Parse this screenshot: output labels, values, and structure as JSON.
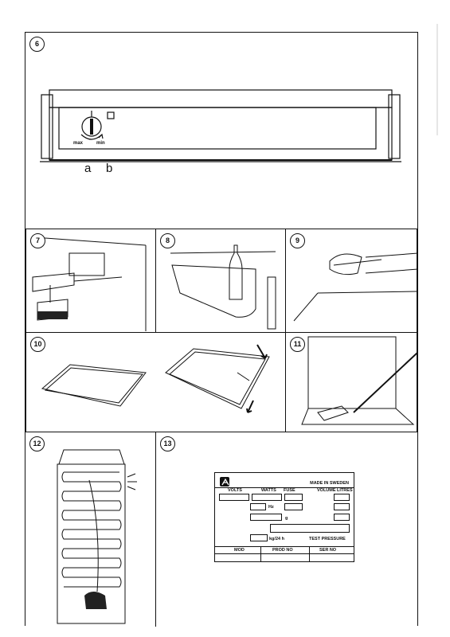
{
  "figures": {
    "f6": "6",
    "f7": "7",
    "f8": "8",
    "f9": "9",
    "f10": "10",
    "f11": "11",
    "f12": "12",
    "f13": "13"
  },
  "fig6": {
    "dial_max": "max",
    "dial_min": "min",
    "label_a": "a",
    "label_b": "b"
  },
  "plate": {
    "made_in": "MADE IN SWEDEN",
    "volts": "VOLTS",
    "watts": "WATTS",
    "fuse": "FUSE",
    "volume": "VOLUME LITRES",
    "hz": "Hz",
    "g": "g",
    "kg24": "kg/24 h",
    "test_pressure": "TEST PRESSURE",
    "mod": "MOD",
    "prod_no": "PROD NO",
    "ser_no": "SER NO"
  },
  "icons": {
    "logo": "electrolux-logo-icon"
  },
  "colors": {
    "ink": "#111111",
    "paper": "#ffffff"
  }
}
